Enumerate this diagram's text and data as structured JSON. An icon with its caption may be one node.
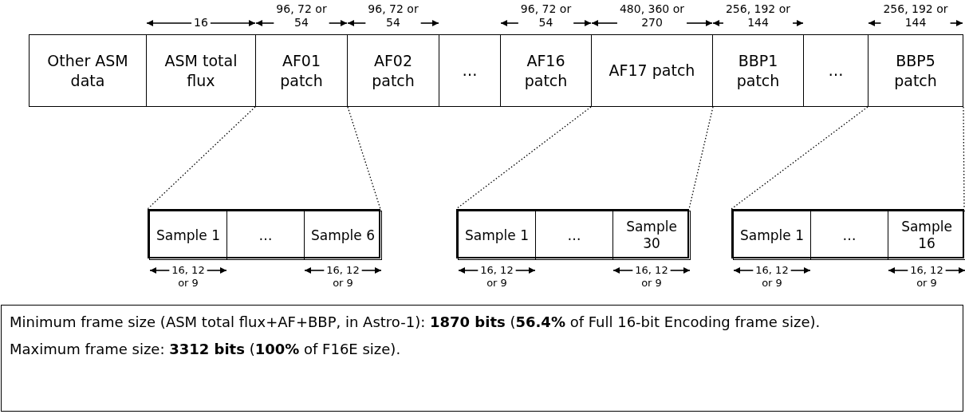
{
  "diagram": {
    "nodes": [
      {
        "text": [
          "Other ASM data"
        ]
      },
      {
        "text": [
          "ASM total flux"
        ]
      },
      {
        "text": [
          "AF01 patch"
        ]
      },
      {
        "text": [
          "AF02 patch"
        ]
      },
      {
        "text": [
          "…"
        ]
      },
      {
        "text": [
          "AF16 patch"
        ]
      },
      {
        "text": [
          "AF17 patch"
        ]
      },
      {
        "text": [
          "BBP1 patch"
        ]
      },
      {
        "text": [
          "…"
        ]
      },
      {
        "text": [
          "BBP5 patch"
        ]
      },
      {
        "text": [],
        "shape": "box"
      },
      {
        "text": [
          "Sample 1"
        ],
        "in": 10
      },
      {
        "text": [
          "…"
        ],
        "in": 10
      },
      {
        "text": [
          "Sample 6"
        ],
        "in": 10
      },
      {
        "text": [],
        "shape": "box"
      },
      {
        "text": [
          "Sample 1"
        ],
        "in": 14
      },
      {
        "text": [
          "…"
        ],
        "in": 14
      },
      {
        "text": [
          "Sample 30"
        ],
        "in": 14
      },
      {
        "text": [],
        "shape": "box"
      },
      {
        "text": [
          "Sample 1"
        ],
        "in": 18
      },
      {
        "text": [
          "…"
        ],
        "in": 18
      },
      {
        "text": [
          "Sample 16"
        ],
        "in": 18
      },
      {
        "text": [
          "Minimum frame size (ASM total flux+AF+BBP, in Astro-1): **1870 bits** (**56.4%** of Full 16-bit Encoding frame size).",
          "Maximum frame size: **3312 bits** (**100%** of F16E size)."
        ]
      }
    ],
    "edges": [
      {
        "from": 2,
        "to": 10,
        "arrow": "none",
        "style": "dashed"
      },
      {
        "from": 2,
        "to": 10,
        "arrow": "none",
        "style": "dashed"
      },
      {
        "from": 6,
        "to": 14,
        "arrow": "none",
        "style": "dashed"
      },
      {
        "from": 6,
        "to": 14,
        "arrow": "none",
        "style": "dashed"
      },
      {
        "from": 9,
        "to": 18,
        "arrow": "none",
        "style": "dashed"
      },
      {
        "from": 9,
        "to": 18,
        "arrow": "none",
        "style": "dashed"
      }
    ],
    "labels": [
      "16",
      "96, 72 or 54",
      "96, 72 or 54",
      "96, 72 or 54",
      "480, 360 or 270",
      "256, 192 or 144",
      "256, 192 or 144",
      "16, 12 or 9",
      "16, 12 or 9",
      "16, 12 or 9",
      "16, 12 or 9",
      "16, 12 or 9",
      "16, 12 or 9"
    ]
  }
}
